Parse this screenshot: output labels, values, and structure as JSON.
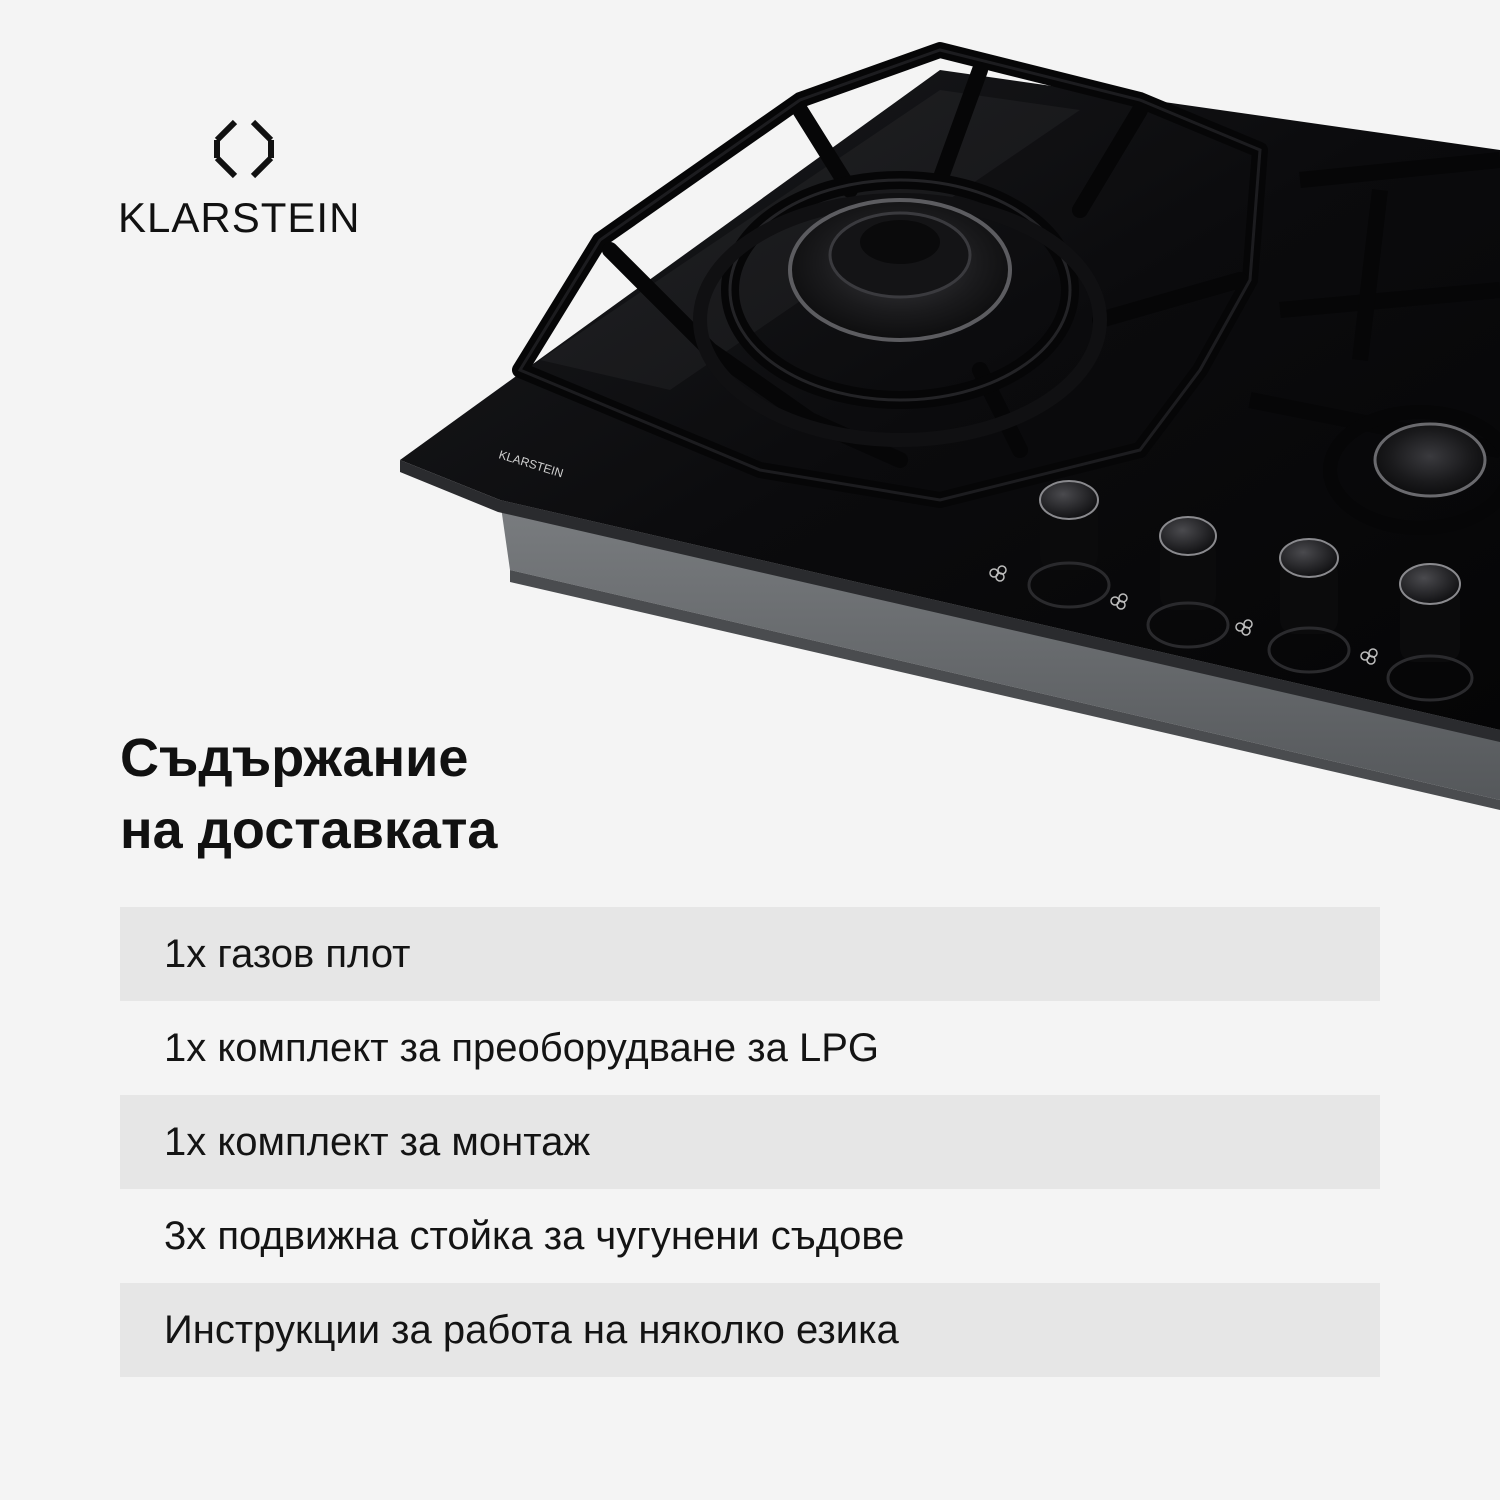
{
  "brand": {
    "name": "KLARSTEIN",
    "logo_icon": "octagon-diamond-logo-icon",
    "panel_name": "KLARSTEIN"
  },
  "product_image": {
    "subject": "gas-hob-with-cast-iron-grates",
    "panel_color": "#0b0b0d",
    "tray_color": "#6a6d70"
  },
  "heading": {
    "line1": "Съдържание",
    "line2": "на доставката"
  },
  "items": [
    {
      "text": "1x газов плот",
      "shaded": true
    },
    {
      "text": "1x комплект за преоборудване за LPG",
      "shaded": false
    },
    {
      "text": "1x комплект за монтаж",
      "shaded": true
    },
    {
      "text": "3x подвижна стойка за чугунени съдове",
      "shaded": false
    },
    {
      "text": "Инструкции за работа на няколко езика",
      "shaded": true
    }
  ],
  "colors": {
    "background": "#f4f4f4",
    "row_shade": "#e6e6e6",
    "text": "#141414"
  }
}
